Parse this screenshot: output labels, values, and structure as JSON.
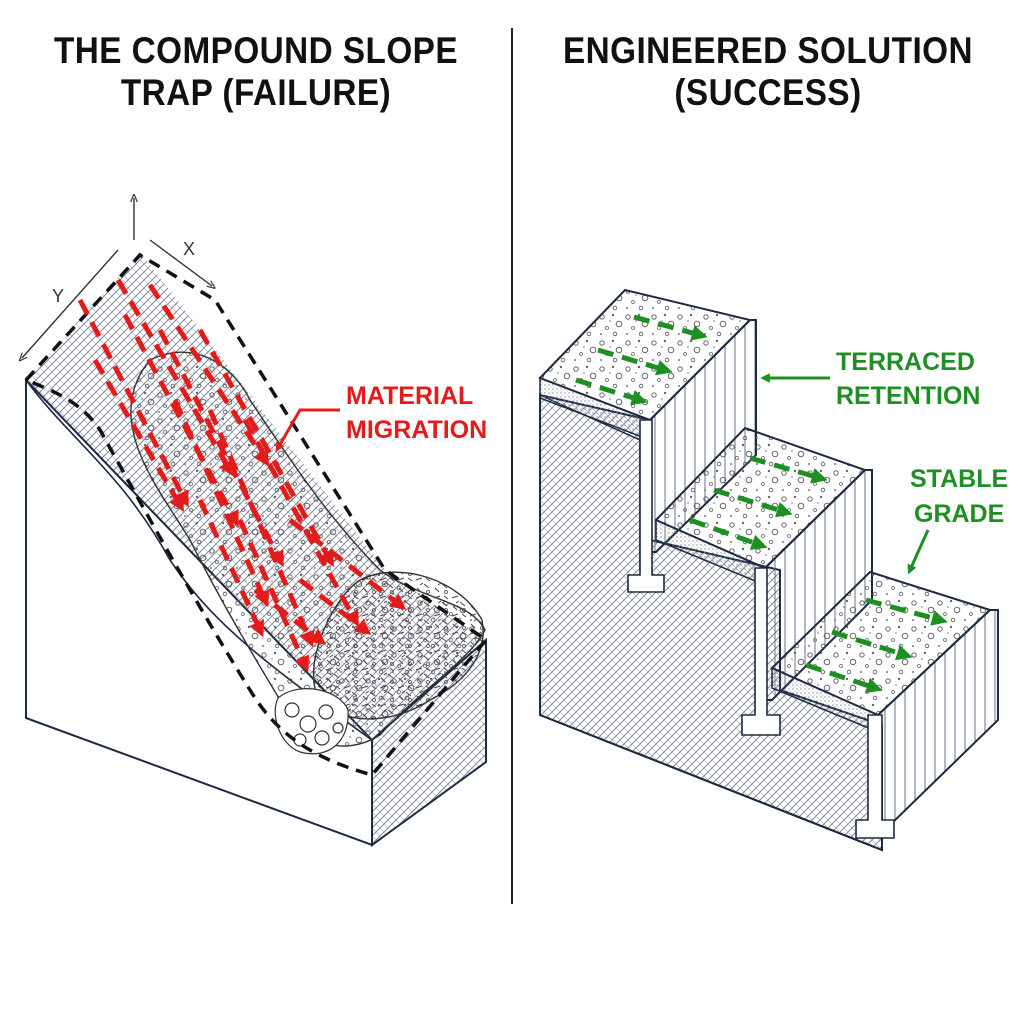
{
  "left_panel": {
    "title_line1": "THE COMPOUND SLOPE",
    "title_line2": "TRAP (FAILURE)",
    "axis_x": "X",
    "axis_y": "Y",
    "callout_line1": "MATERIAL",
    "callout_line2": "MIGRATION"
  },
  "right_panel": {
    "title_line1": "ENGINEERED SOLUTION",
    "title_line2": "(SUCCESS)",
    "callout1_line1": "TERRACED",
    "callout1_line2": "RETENTION",
    "callout2_line1": "STABLE",
    "callout2_line2": "GRADE"
  },
  "colors": {
    "failure": "#e31b1b",
    "success": "#1f8f23",
    "outline": "#1c2a44"
  }
}
